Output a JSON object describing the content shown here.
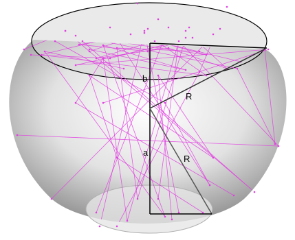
{
  "diagram": {
    "labels": {
      "b": "b",
      "a": "a",
      "R_upper": "R",
      "R_lower": "R"
    },
    "colors": {
      "background": "#ffffff",
      "sphere_light": "#ffffff",
      "sphere_mid": "#e2e2e2",
      "sphere_dark": "#8f8f8f",
      "top_cap_fill": "#d9d9d9",
      "bottom_cap_fill": "#e6e6e6",
      "geometry_line": "#000000",
      "trajectory": "#e040e0"
    }
  }
}
